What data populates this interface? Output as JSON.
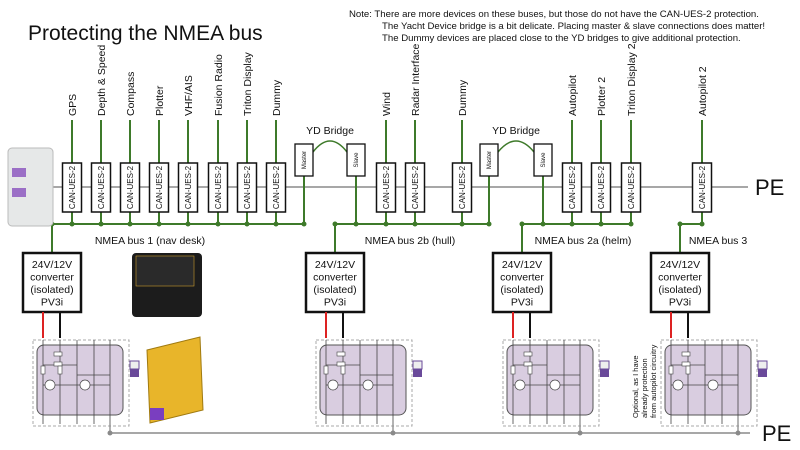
{
  "title": "Protecting the NMEA bus",
  "note": [
    "Note: There are more devices on these buses, but those do not have the CAN-UES-2 protection.",
    "The Yacht Device bridge is a bit delicate. Placing master & slave connections does matter!",
    "The Dummy devices are placed close to the YD bridges to give additional protection."
  ],
  "protector_label": "CAN-UES-2",
  "pe_label": "PE",
  "devices": [
    {
      "name": "GPS",
      "bus": "1"
    },
    {
      "name": "Depth & Speed",
      "bus": "1"
    },
    {
      "name": "Compass",
      "bus": "1"
    },
    {
      "name": "Plotter",
      "bus": "1"
    },
    {
      "name": "VHF/AIS",
      "bus": "1"
    },
    {
      "name": "Fusion Radio",
      "bus": "1"
    },
    {
      "name": "Triton Display",
      "bus": "1"
    },
    {
      "name": "Dummy",
      "bus": "1"
    },
    {
      "name": "Wind",
      "bus": "2b"
    },
    {
      "name": "Radar Interface",
      "bus": "2b"
    },
    {
      "name": "Dummy",
      "bus": "2b"
    },
    {
      "name": "Autopilot",
      "bus": "2a"
    },
    {
      "name": "Plotter 2",
      "bus": "2a"
    },
    {
      "name": "Triton Display 2",
      "bus": "2a"
    },
    {
      "name": "Autopilot 2",
      "bus": "3"
    }
  ],
  "bridges": [
    {
      "label": "YD Bridge",
      "master": "Master",
      "slave": "Slave"
    },
    {
      "label": "YD Bridge",
      "master": "Master",
      "slave": "Slave"
    }
  ],
  "buses": [
    {
      "label": "NMEA bus 1 (nav desk)"
    },
    {
      "label": "NMEA bus 2b (hull)"
    },
    {
      "label": "NMEA bus 2a (helm)"
    },
    {
      "label": "NMEA bus 3"
    }
  ],
  "converter_lines": [
    "24V/12V",
    "converter",
    "(isolated)",
    "PV3i"
  ],
  "optional_note": [
    "Optional, as I have",
    "already protection",
    "from autopilot circuitry"
  ],
  "colors": {
    "bus": "#3e7a2a",
    "pe": "#8a8a8a",
    "module": "#d9cde0",
    "positive": "#d22",
    "negative": "#111",
    "connector": "#6a4a9a"
  }
}
